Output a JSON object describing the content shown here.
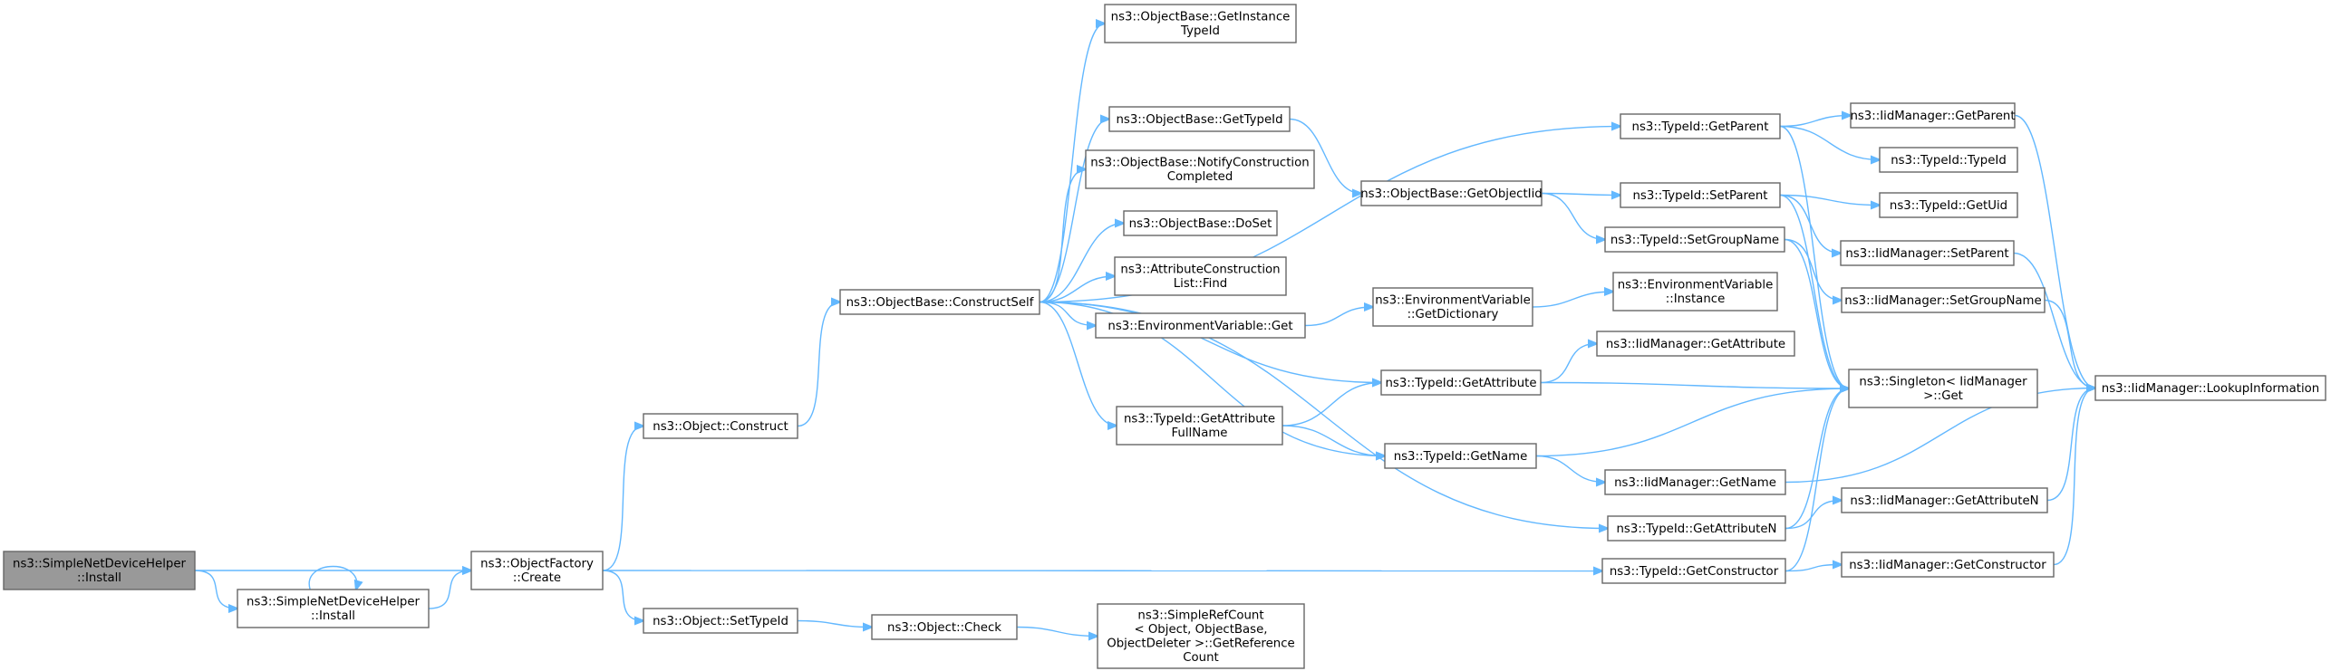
{
  "graph": {
    "nodes": [
      {
        "id": "root",
        "lines": [
          "ns3::SimpleNetDeviceHelper",
          "::Install"
        ],
        "highlight": true
      },
      {
        "id": "sndh_install",
        "lines": [
          "ns3::SimpleNetDeviceHelper",
          "::Install"
        ]
      },
      {
        "id": "of_create",
        "lines": [
          "ns3::ObjectFactory",
          "::Create"
        ]
      },
      {
        "id": "obj_construct",
        "lines": [
          "ns3::Object::Construct"
        ]
      },
      {
        "id": "obj_settypeid",
        "lines": [
          "ns3::Object::SetTypeId"
        ]
      },
      {
        "id": "ob_constructself",
        "lines": [
          "ns3::ObjectBase::ConstructSelf"
        ]
      },
      {
        "id": "obj_check",
        "lines": [
          "ns3::Object::Check"
        ]
      },
      {
        "id": "src_getrefcount",
        "lines": [
          "ns3::SimpleRefCount",
          "< Object, ObjectBase,",
          "ObjectDeleter >::GetReference",
          "Count"
        ]
      },
      {
        "id": "ob_getinstance",
        "lines": [
          "ns3::ObjectBase::GetInstance",
          "TypeId"
        ]
      },
      {
        "id": "ob_gettypeid",
        "lines": [
          "ns3::ObjectBase::GetTypeId"
        ]
      },
      {
        "id": "ob_notify",
        "lines": [
          "ns3::ObjectBase::NotifyConstruction",
          "Completed"
        ]
      },
      {
        "id": "ob_doset",
        "lines": [
          "ns3::ObjectBase::DoSet"
        ]
      },
      {
        "id": "acl_find",
        "lines": [
          "ns3::AttributeConstruction",
          "List::Find"
        ]
      },
      {
        "id": "ev_get",
        "lines": [
          "ns3::EnvironmentVariable::Get"
        ]
      },
      {
        "id": "tid_getattrfull",
        "lines": [
          "ns3::TypeId::GetAttribute",
          "FullName"
        ]
      },
      {
        "id": "ob_getobjectiid",
        "lines": [
          "ns3::ObjectBase::GetObjectIid"
        ]
      },
      {
        "id": "ev_getdict",
        "lines": [
          "ns3::EnvironmentVariable",
          "::GetDictionary"
        ]
      },
      {
        "id": "tid_getattribute",
        "lines": [
          "ns3::TypeId::GetAttribute"
        ]
      },
      {
        "id": "tid_getname",
        "lines": [
          "ns3::TypeId::GetName"
        ]
      },
      {
        "id": "tid_getparent",
        "lines": [
          "ns3::TypeId::GetParent"
        ]
      },
      {
        "id": "tid_setparent",
        "lines": [
          "ns3::TypeId::SetParent"
        ]
      },
      {
        "id": "tid_setgroupname",
        "lines": [
          "ns3::TypeId::SetGroupName"
        ]
      },
      {
        "id": "ev_instance",
        "lines": [
          "ns3::EnvironmentVariable",
          "::Instance"
        ]
      },
      {
        "id": "iid_getattribute",
        "lines": [
          "ns3::IidManager::GetAttribute"
        ]
      },
      {
        "id": "iid_getname",
        "lines": [
          "ns3::IidManager::GetName"
        ]
      },
      {
        "id": "tid_getattributen",
        "lines": [
          "ns3::TypeId::GetAttributeN"
        ]
      },
      {
        "id": "tid_getconstructor",
        "lines": [
          "ns3::TypeId::GetConstructor"
        ]
      },
      {
        "id": "iid_getparent",
        "lines": [
          "ns3::IidManager::GetParent"
        ]
      },
      {
        "id": "tid_typeid",
        "lines": [
          "ns3::TypeId::TypeId"
        ]
      },
      {
        "id": "tid_getuid",
        "lines": [
          "ns3::TypeId::GetUid"
        ]
      },
      {
        "id": "iid_setparent",
        "lines": [
          "ns3::IidManager::SetParent"
        ]
      },
      {
        "id": "iid_setgroupname",
        "lines": [
          "ns3::IidManager::SetGroupName"
        ]
      },
      {
        "id": "singleton_get",
        "lines": [
          "ns3::Singleton< IidManager",
          ">::Get"
        ]
      },
      {
        "id": "iid_getattributen",
        "lines": [
          "ns3::IidManager::GetAttributeN"
        ]
      },
      {
        "id": "iid_getconstructor",
        "lines": [
          "ns3::IidManager::GetConstructor"
        ]
      },
      {
        "id": "iid_lookup",
        "lines": [
          "ns3::IidManager::LookupInformation"
        ]
      }
    ],
    "edges": [
      [
        "root",
        "of_create"
      ],
      [
        "root",
        "sndh_install"
      ],
      [
        "sndh_install",
        "sndh_install"
      ],
      [
        "sndh_install",
        "of_create"
      ],
      [
        "of_create",
        "obj_construct"
      ],
      [
        "of_create",
        "obj_settypeid"
      ],
      [
        "of_create",
        "tid_getconstructor"
      ],
      [
        "obj_construct",
        "ob_constructself"
      ],
      [
        "obj_settypeid",
        "obj_check"
      ],
      [
        "obj_check",
        "src_getrefcount"
      ],
      [
        "ob_constructself",
        "ob_getinstance"
      ],
      [
        "ob_constructself",
        "ob_gettypeid"
      ],
      [
        "ob_constructself",
        "ob_notify"
      ],
      [
        "ob_constructself",
        "ob_doset"
      ],
      [
        "ob_constructself",
        "acl_find"
      ],
      [
        "ob_constructself",
        "ev_get"
      ],
      [
        "ob_constructself",
        "tid_getattrfull"
      ],
      [
        "ob_constructself",
        "tid_getparent"
      ],
      [
        "ob_constructself",
        "tid_getattribute"
      ],
      [
        "ob_constructself",
        "tid_getname"
      ],
      [
        "ob_constructself",
        "tid_getattributen"
      ],
      [
        "ob_gettypeid",
        "ob_getobjectiid"
      ],
      [
        "ob_getobjectiid",
        "tid_setparent"
      ],
      [
        "ob_getobjectiid",
        "tid_setgroupname"
      ],
      [
        "ev_get",
        "ev_getdict"
      ],
      [
        "ev_getdict",
        "ev_instance"
      ],
      [
        "tid_getattrfull",
        "tid_getattribute"
      ],
      [
        "tid_getattrfull",
        "tid_getname"
      ],
      [
        "tid_getattribute",
        "iid_getattribute"
      ],
      [
        "tid_getattribute",
        "singleton_get"
      ],
      [
        "tid_getname",
        "iid_getname"
      ],
      [
        "tid_getname",
        "singleton_get"
      ],
      [
        "tid_getparent",
        "iid_getparent"
      ],
      [
        "tid_getparent",
        "tid_typeid"
      ],
      [
        "tid_getparent",
        "singleton_get"
      ],
      [
        "tid_setparent",
        "tid_getuid"
      ],
      [
        "tid_setparent",
        "iid_setparent"
      ],
      [
        "tid_setparent",
        "singleton_get"
      ],
      [
        "tid_setgroupname",
        "iid_setgroupname"
      ],
      [
        "tid_setgroupname",
        "singleton_get"
      ],
      [
        "tid_getattributen",
        "iid_getattributen"
      ],
      [
        "tid_getattributen",
        "singleton_get"
      ],
      [
        "tid_getconstructor",
        "iid_getconstructor"
      ],
      [
        "tid_getconstructor",
        "singleton_get"
      ],
      [
        "iid_getparent",
        "iid_lookup"
      ],
      [
        "iid_setparent",
        "iid_lookup"
      ],
      [
        "iid_setgroupname",
        "iid_lookup"
      ],
      [
        "iid_getname",
        "iid_lookup"
      ],
      [
        "iid_getattributen",
        "iid_lookup"
      ],
      [
        "iid_getconstructor",
        "iid_lookup"
      ]
    ],
    "colors": {
      "edge": "#63b8ff",
      "node_border": "#666666",
      "node_fill": "#ffffff",
      "root_fill": "#999999"
    }
  }
}
